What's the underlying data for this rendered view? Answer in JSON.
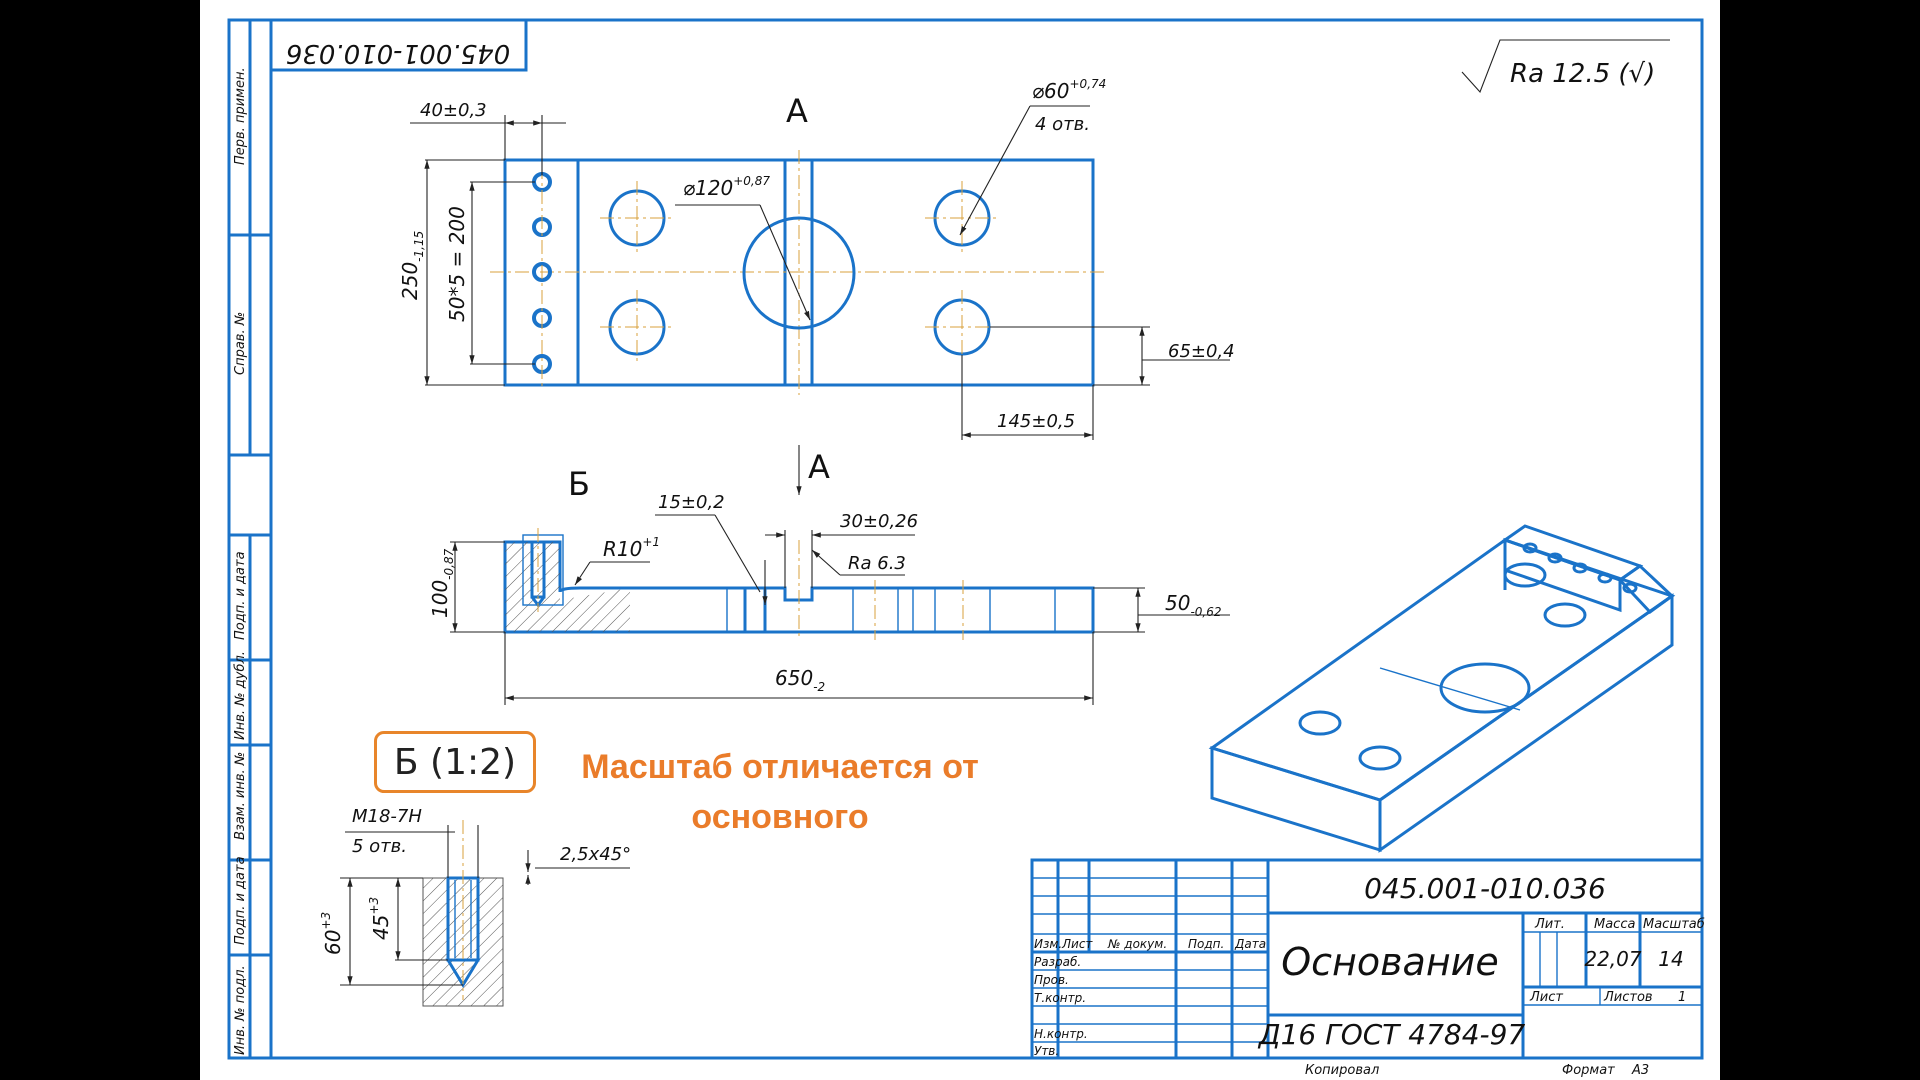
{
  "drawing": {
    "doc_number": "045.001-010.036",
    "doc_number_rotated": "045.001-010.036",
    "roughness": "Ra 12.5 (√)",
    "section_label_top": "А",
    "section_label_cut": "А",
    "detail_label": "Б",
    "dims_plan": {
      "d120": "⌀120",
      "d120_tol": "+0,87",
      "d60": "⌀60",
      "d60_tol": "+0,74",
      "holes4": "4 отв.",
      "d40": "40±0,3",
      "d250": "250",
      "d250_tol": "-1,15",
      "d5x50": "50*5 = 200",
      "d65": "65±0,4",
      "d145": "145±0,5"
    },
    "dims_section": {
      "r10": "R10",
      "r10_tol": "+1",
      "d15": "15±0,2",
      "d30": "30±0,26",
      "ra63": "Ra 6.3",
      "d100": "100",
      "d100_tol": "-0,87",
      "d50": "50",
      "d50_tol": "-0,62",
      "d650": "650",
      "d650_tol": "-2"
    },
    "detail": {
      "thread": "M18-7H",
      "holes5": "5 отв.",
      "chamfer": "2,5x45°",
      "depth60": "60",
      "depth60_tol": "+3",
      "depth45": "45",
      "depth45_tol": "+3"
    },
    "side_stamp": [
      "Перв. примен.",
      "Справ. №",
      "Подп. и дата",
      "Инв. № дубл.",
      "Взам. инв. №",
      "Подп. и дата",
      "Инв. № подл."
    ]
  },
  "note": {
    "scale_label": "Б (1:2)",
    "message": "Масштаб отличается от основного"
  },
  "title_block": {
    "doc_number": "045.001-010.036",
    "part_name": "Основание",
    "material": "Д16  ГОСТ 4784-97",
    "col_headers": [
      "Изм.",
      "Лист",
      "№ докум.",
      "Подп.",
      "Дата"
    ],
    "rows": [
      "Разраб.",
      "Пров.",
      "Т.контр.",
      "Н.контр.",
      "Утв."
    ],
    "lit_label": "Лит.",
    "mass_label": "Масса",
    "scale_label": "Масштаб",
    "mass": "22,07",
    "scale": "14",
    "sheet_label": "Лист",
    "sheets_label": "Листов",
    "sheets": "1",
    "copied": "Копировал",
    "format_label": "Формат",
    "format": "A3"
  },
  "colors": {
    "line": "#1a73c9",
    "axis": "#d9a23d",
    "note": "#ea7c2a"
  }
}
